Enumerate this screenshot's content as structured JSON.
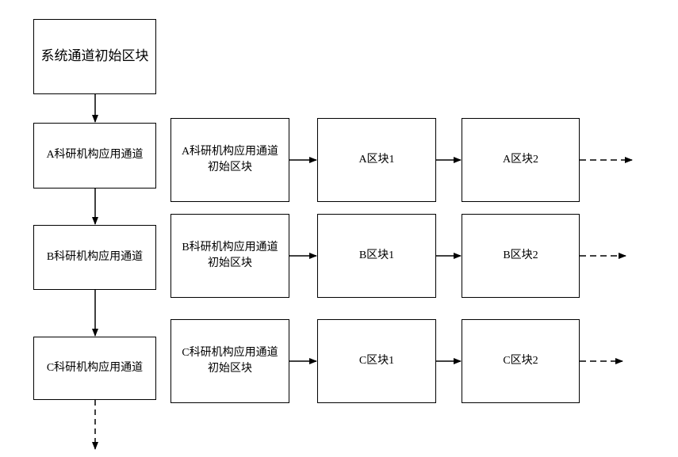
{
  "system_block": "系统通道初始区块",
  "rows": [
    {
      "channel": "A科研机构应用通道",
      "genesis": "A科研机构应用通道\n初始区块",
      "block1": "A区块1",
      "block2": "A区块2"
    },
    {
      "channel": "B科研机构应用通道",
      "genesis": "B科研机构应用通道\n初始区块",
      "block1": "B区块1",
      "block2": "B区块2"
    },
    {
      "channel": "C科研机构应用通道",
      "genesis": "C科研机构应用通道\n初始区块",
      "block1": "C区块1",
      "block2": "C区块2"
    }
  ]
}
